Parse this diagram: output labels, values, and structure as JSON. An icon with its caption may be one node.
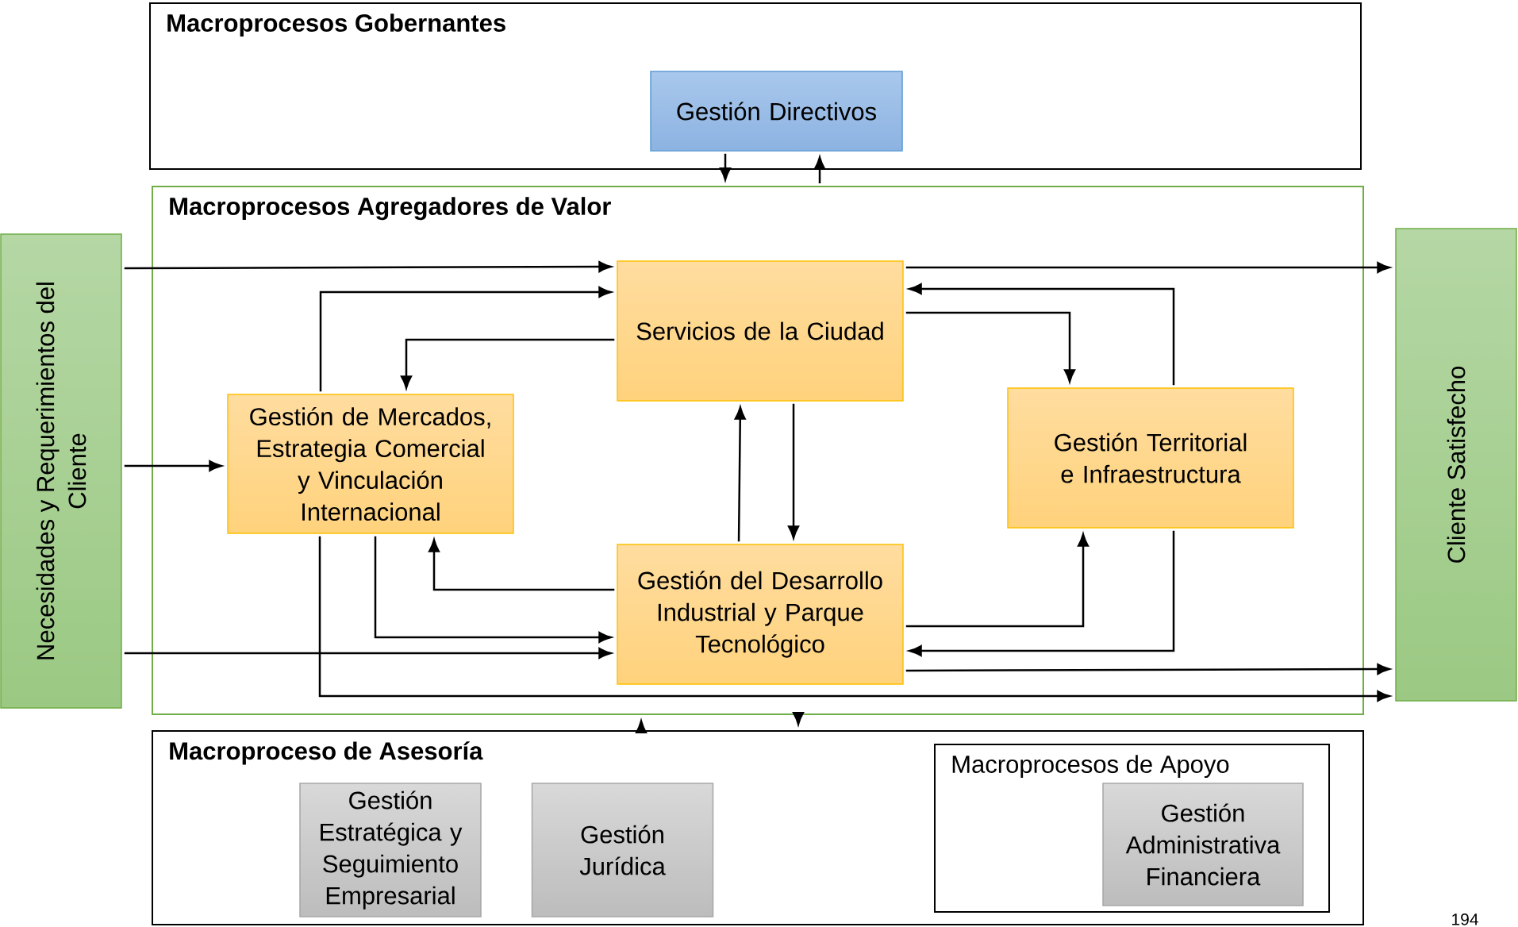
{
  "diagram": {
    "nodes": [
      {
        "text": [
          "Macroprocesos Gobernantes"
        ]
      },
      {
        "text": [
          "Gestión Directivos"
        ],
        "in": 0
      },
      {
        "text": [
          "Macroprocesos Agregadores de Valor"
        ]
      },
      {
        "text": [
          "Necesidades y Requerimientos del Cliente"
        ]
      },
      {
        "text": [
          "Servicios de la Ciudad"
        ],
        "in": 2
      },
      {
        "text": [
          "Gestión de Mercados, Estrategia Comercial y Vinculación Internacional"
        ],
        "in": 2
      },
      {
        "text": [
          "Gestión Territorial e Infraestructura"
        ],
        "in": 2
      },
      {
        "text": [
          "Gestión del Desarrollo Industrial y Parque Tecnológico"
        ],
        "in": 2
      },
      {
        "text": [
          "Cliente Satisfecho"
        ]
      },
      {
        "text": [
          "Macroproceso de Asesoría"
        ]
      },
      {
        "text": [
          "Gestión Estratégica y Seguimiento Empresarial"
        ],
        "in": 9
      },
      {
        "text": [
          "Gestión Jurídica"
        ],
        "in": 9
      },
      {
        "text": [
          "Macroprocesos de Apoyo"
        ],
        "in": 9
      },
      {
        "text": [
          "Gestión Administrativa Financiera"
        ],
        "in": 12
      }
    ],
    "edges": [
      {
        "from": 1,
        "to": 2,
        "arrow": "to"
      },
      {
        "from": 2,
        "to": 1,
        "arrow": "to"
      },
      {
        "from": 3,
        "to": 4,
        "arrow": "to"
      },
      {
        "from": 5,
        "to": 4,
        "arrow": "to"
      },
      {
        "from": 4,
        "to": 5,
        "arrow": "to"
      },
      {
        "from": 3,
        "to": 5,
        "arrow": "to"
      },
      {
        "from": 4,
        "to": 8,
        "arrow": "to"
      },
      {
        "from": 6,
        "to": 4,
        "arrow": "to"
      },
      {
        "from": 4,
        "to": 6,
        "arrow": "to"
      },
      {
        "from": 7,
        "to": 4,
        "arrow": "to"
      },
      {
        "from": 4,
        "to": 7,
        "arrow": "to"
      },
      {
        "from": 7,
        "to": 5,
        "arrow": "to"
      },
      {
        "from": 5,
        "to": 7,
        "arrow": "to"
      },
      {
        "from": 3,
        "to": 7,
        "arrow": "to"
      },
      {
        "from": 7,
        "to": 6,
        "arrow": "to"
      },
      {
        "from": 6,
        "to": 7,
        "arrow": "to"
      },
      {
        "from": 7,
        "to": 8,
        "arrow": "to"
      },
      {
        "from": 5,
        "to": 8,
        "arrow": "to"
      },
      {
        "from": 9,
        "to": 2,
        "arrow": "to"
      },
      {
        "from": 2,
        "to": 9,
        "arrow": "to"
      }
    ],
    "labels": [
      "194"
    ]
  }
}
